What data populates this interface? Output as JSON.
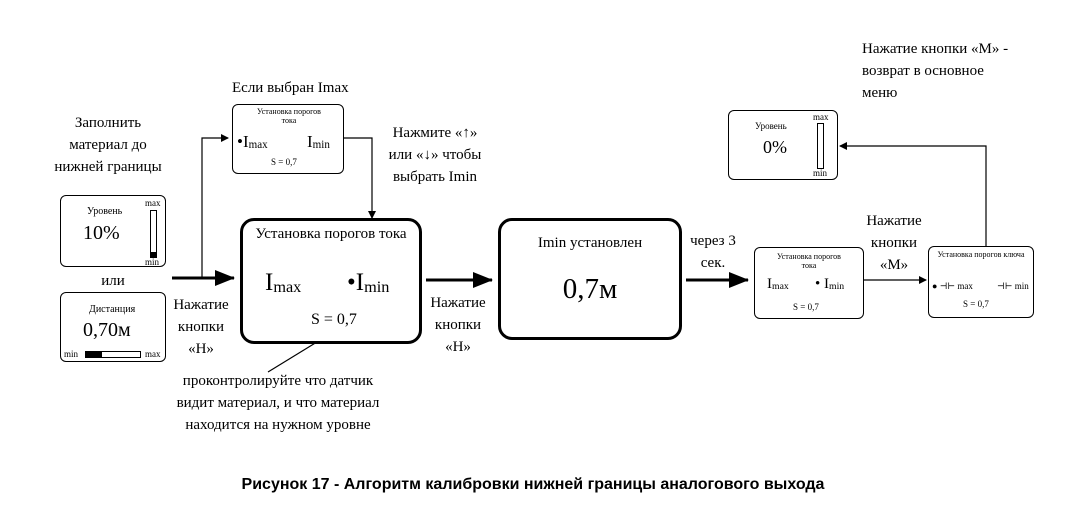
{
  "notes": {
    "fill_material": "Заполнить материал до нижней границы",
    "or": "или",
    "if_imax": "Если выбран Imax",
    "press_arrows": "Нажмите «↑» или «↓» чтобы выбрать Imin",
    "press_h_1": "Нажатие кнопки «Н»",
    "press_h_2": "Нажатие кнопки «Н»",
    "after_3s": "через 3 сек.",
    "press_m_1": "Нажатие кнопки «М»",
    "press_m_return": "Нажатие кнопки «М» - возврат в основное меню",
    "check_material": "проконтролируйте что датчик видит материал, и что материал находится на нужном уровне"
  },
  "level_box": {
    "title": "Уровень",
    "value": "10%",
    "max": "max",
    "min": "min",
    "level_fraction": 0.1
  },
  "distance_box": {
    "title": "Дистанция",
    "value": "0,70м",
    "min": "min",
    "max": "max",
    "level_fraction": 0.3
  },
  "small_thresholds_top": {
    "title": "Установка порогов тока",
    "imax_bullet": "•",
    "imax": "I",
    "imax_sub": "max",
    "imin": "I",
    "imin_sub": "min",
    "s": "S = 0,7"
  },
  "main_thresholds": {
    "title": "Установка порогов тока",
    "imax": "I",
    "imax_sub": "max",
    "imin_bullet": "•",
    "imin": "I",
    "imin_sub": "min",
    "s": "S = 0,7"
  },
  "imin_set_box": {
    "title": "Imin установлен",
    "value": "0,7м"
  },
  "small_thresholds_right": {
    "title": "Установка порогов тока",
    "imax": "I",
    "imax_sub": "max",
    "imin_bullet": "•",
    "imin": "I",
    "imin_sub": "min",
    "s": "S = 0,7"
  },
  "key_thresholds": {
    "title": "Установка порогов ключа",
    "bullet": "●",
    "max_label": "max",
    "min_label": "min",
    "s": "S = 0,7"
  },
  "level_box_right": {
    "title": "Уровень",
    "value": "0%",
    "max": "max",
    "min": "min",
    "level_fraction": 0.0
  },
  "caption": "Рисунок 17 - Алгоритм калибровки нижней границы аналогового выхода"
}
